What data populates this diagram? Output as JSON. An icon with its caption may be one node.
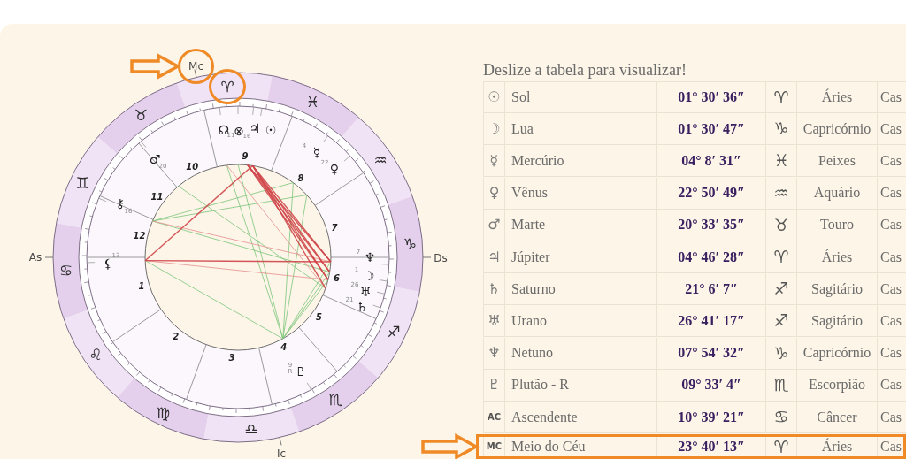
{
  "diagram": {
    "nodes": [
      {
        "text": [
          "Mc"
        ]
      },
      {
        "text": [
          "♈"
        ]
      },
      {
        "text": [
          "MC",
          "Meio do Céu",
          "23° 40′ 13″",
          "♈",
          "Áries",
          "Cas"
        ]
      }
    ],
    "edges": [
      {
        "from": null,
        "to": 0,
        "arrow": "to"
      },
      {
        "from": null,
        "to": 2,
        "arrow": "to"
      }
    ],
    "labels": [
      "♉",
      "♊",
      "♋",
      "♌",
      "♍",
      "♎",
      "♏",
      "♐",
      "♑",
      "♒",
      "♓",
      "☊",
      "11",
      "⊗",
      "16",
      "♃",
      "☉",
      "☿",
      "4",
      "♀",
      "22",
      "♂",
      "20",
      "⚷",
      "16",
      "⚸",
      "13",
      "♆",
      "7",
      "☽",
      "1",
      "♅",
      "26",
      "♄",
      "21",
      "♇",
      "9",
      "R",
      "1",
      "2",
      "3",
      "4",
      "5",
      "6",
      "7",
      "8",
      "9",
      "10",
      "11",
      "12",
      "As",
      "Ds",
      "Ic",
      "Deslize a tabela para visualizar!",
      "☉",
      "Sol",
      "01° 30′ 36″",
      "♈",
      "Áries",
      "Cas",
      "☽",
      "Lua",
      "01° 30′ 47″",
      "♑",
      "Capricórnio",
      "Cas",
      "☿",
      "Mercúrio",
      "04° 8′ 31″",
      "♓",
      "Peixes",
      "Cas",
      "♀",
      "Vênus",
      "22° 50′ 49″",
      "♒",
      "Aquário",
      "Cas",
      "♂",
      "Marte",
      "20° 33′ 35″",
      "♉",
      "Touro",
      "Cas",
      "♃",
      "Júpiter",
      "04° 46′ 28″",
      "♈",
      "Áries",
      "Cas",
      "♄",
      "Saturno",
      "21° 6′ 7″",
      "♐",
      "Sagitário",
      "Cas",
      "♅",
      "Urano",
      "26° 41′ 17″",
      "♐",
      "Sagitário",
      "Cas",
      "♆",
      "Netuno",
      "07° 54′ 32″",
      "♑",
      "Capricórnio",
      "Cas",
      "♇",
      "Plutão - R",
      "09° 33′ 4″",
      "♏",
      "Escorpião",
      "Cas",
      "AC",
      "Ascendente",
      "10° 39′ 21″",
      "♋",
      "Câncer",
      "Cas"
    ]
  }
}
